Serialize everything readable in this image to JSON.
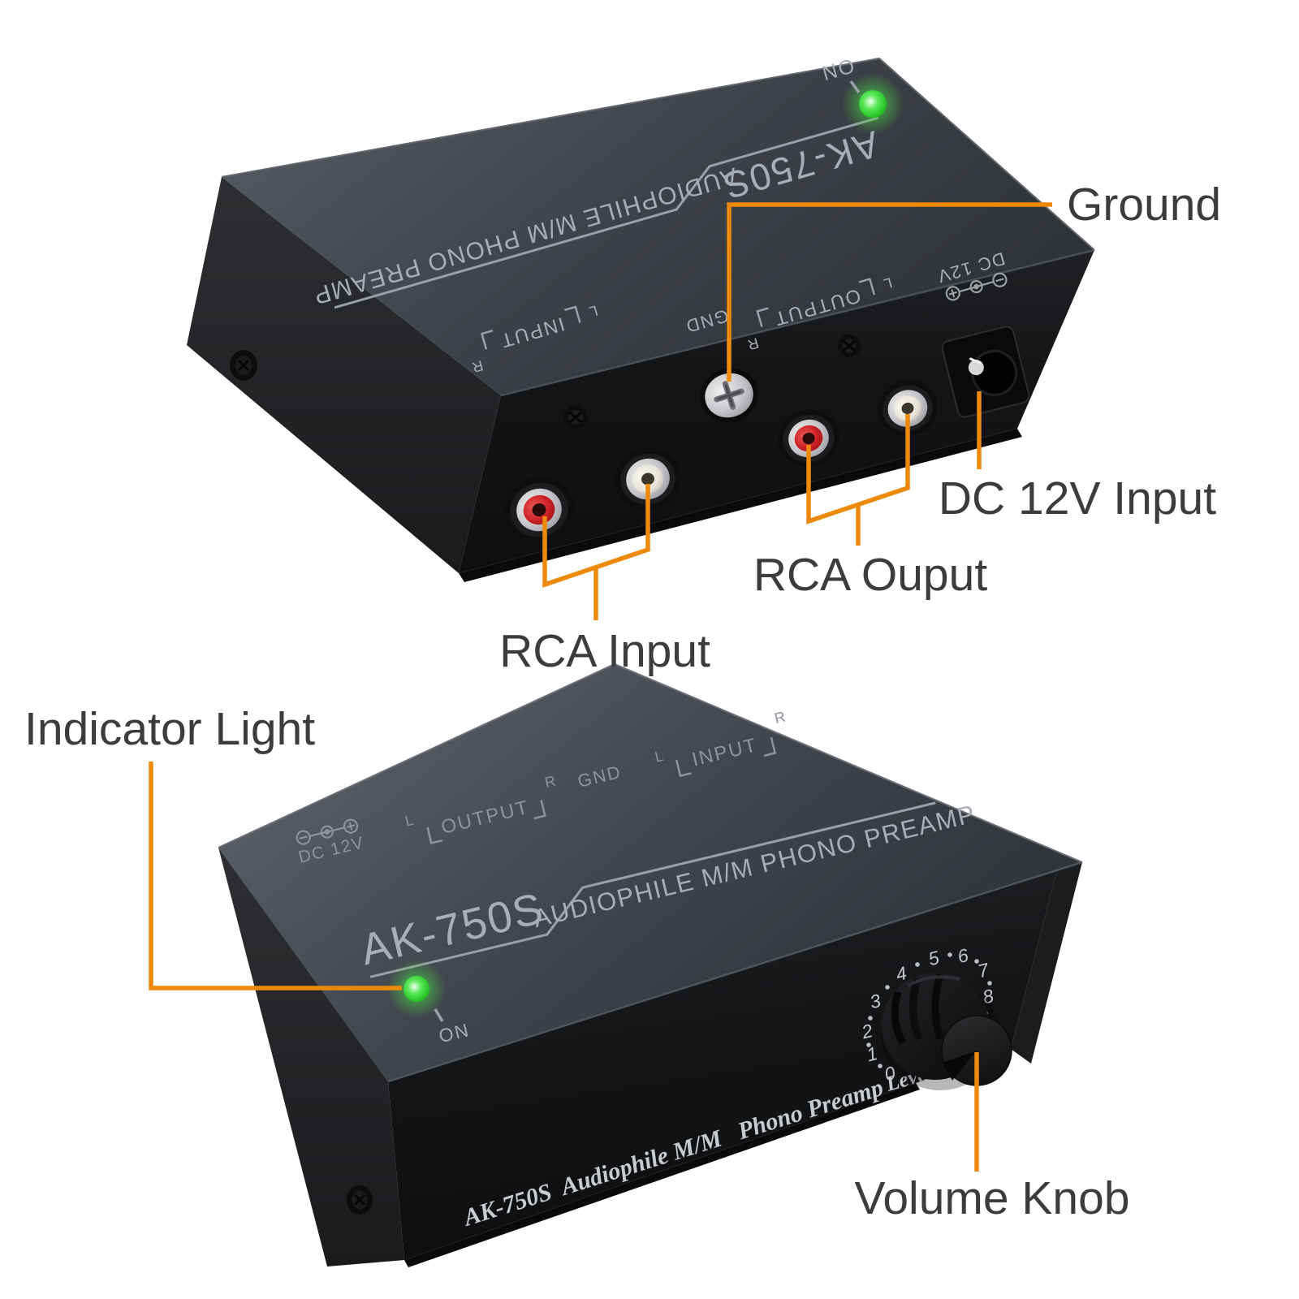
{
  "colors": {
    "accent_orange": "#ED8A0C",
    "label_text": "#3C3C3C",
    "led_green": "#3FD43F",
    "rca_red": "#C8242A",
    "rca_white": "#EDEAE2"
  },
  "annotations": {
    "ground": "Ground",
    "dc_input": "DC 12V Input",
    "rca_output": "RCA Ouput",
    "rca_input": "RCA Input",
    "indicator_light": "Indicator Light",
    "volume_knob": "Volume Knob"
  },
  "back_view": {
    "model": "AK-750S",
    "tagline": "AUDIOPHILE M/M PHONO PREAMP",
    "led_label": "ON",
    "print": {
      "input": "INPUT",
      "output": "OUTPUT",
      "gnd": "GND",
      "dc": "DC 12V",
      "left": "L",
      "right": "R"
    }
  },
  "front_view": {
    "model": "AK-750S",
    "tagline": "AUDIOPHILE M/M PHONO PREAMP",
    "led_label": "ON",
    "print": {
      "input": "INPUT",
      "output": "OUTPUT",
      "gnd": "GND",
      "dc": "DC 12V",
      "left": "L",
      "right": "R"
    },
    "front_marking": "AK-750S  Audiophile M/M   Phono Preamp",
    "knob_label": "Level",
    "knob_scale": [
      "0",
      "1",
      "2",
      "3",
      "4",
      "5",
      "6",
      "7",
      "8"
    ]
  }
}
